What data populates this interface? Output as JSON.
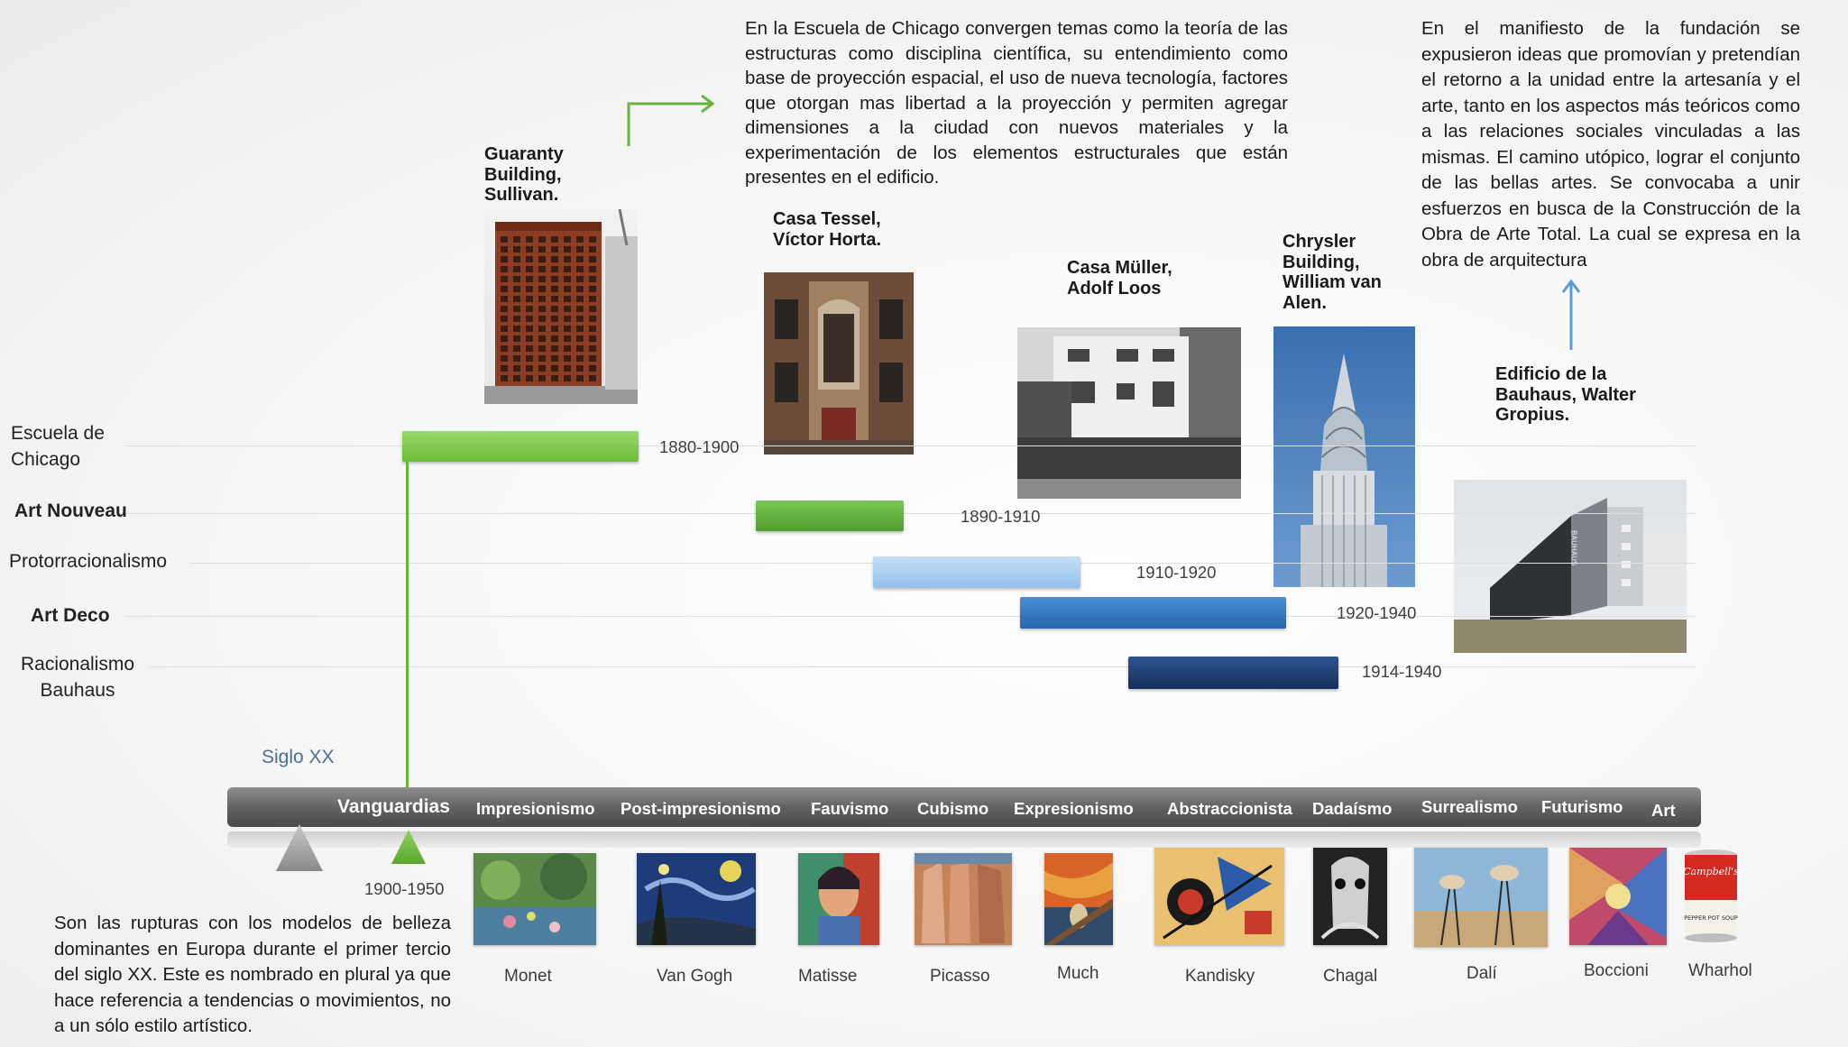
{
  "chicago_text": "En la Escuela de Chicago convergen temas como la teoría de las estructuras como disciplina científica, su entendimiento como base de proyección espacial, el uso de nueva tecnología, factores que otorgan mas libertad a la proyección y permiten agregar dimensiones a la ciudad con nuevos materiales y la experimentación de los elementos estructurales que están presentes en el edificio.",
  "bauhaus_text": "En el manifiesto de la fundación se expusieron ideas que promovían y pretendían el retorno a la unidad entre la artesanía y el arte, tanto en los aspectos más teóricos como a las relaciones sociales vinculadas a las mismas. El camino utópico, lograr el conjunto de las bellas artes. Se convocaba a unir esfuerzos en busca de la Construcción de la Obra de Arte Total. La cual se expresa en la obra de arquitectura",
  "vanguard_text": "Son las rupturas con los modelos de belleza dominantes en Europa durante el primer tercio del siglo XX. Este es nombrado en plural ya que hace referencia a tendencias o movimientos, no a un sólo estilo artístico.",
  "buildings": {
    "guaranty": "Guaranty Building, Sullivan.",
    "tassel": "Casa Tessel, Víctor Horta.",
    "muller": "Casa Müller, Adolf Loos",
    "chrysler": "Chrysler Building, William van Alen.",
    "bauhaus": "Edificio de la Bauhaus, Walter Gropius."
  },
  "rows": [
    {
      "label": "Escuela de Chicago",
      "dates": "1880-1900",
      "color": "#7cc943"
    },
    {
      "label": "Art Nouveau",
      "dates": "1890-1910",
      "color": "#5fae3a"
    },
    {
      "label": "Protorracionalismo",
      "dates": "1910-1920",
      "color": "#a9cdee"
    },
    {
      "label": "Art Deco",
      "dates": "1920-1940",
      "color": "#2f76c1"
    },
    {
      "label": "Racionalismo Bauhaus",
      "dates": "1914-1940",
      "color": "#1c3f75"
    }
  ],
  "siglo_label": "Siglo XX",
  "vanguard_dates": "1900-1950",
  "band_labels": [
    "Vanguardias",
    "Impresionismo",
    "Post-impresionismo",
    "Fauvismo",
    "Cubismo",
    "Expresionismo",
    "Abstraccionista",
    "Dadaísmo",
    "Surrealismo",
    "Futurismo",
    "Art"
  ],
  "artists": [
    "Monet",
    "Van Gogh",
    "Matisse",
    "Picasso",
    "Much",
    "Kandisky",
    "Chagal",
    "Dalí",
    "Boccioni",
    "Wharhol"
  ],
  "can_label": "Campbell's",
  "can_soup": "PEPPER POT SOUP",
  "bauhaus_sign": "BAUHAUS",
  "colors": {
    "chicago_arrow": "#6cb33e",
    "bauhaus_arrow": "#5b9bd5",
    "timeline_line": "#6cb33e"
  }
}
